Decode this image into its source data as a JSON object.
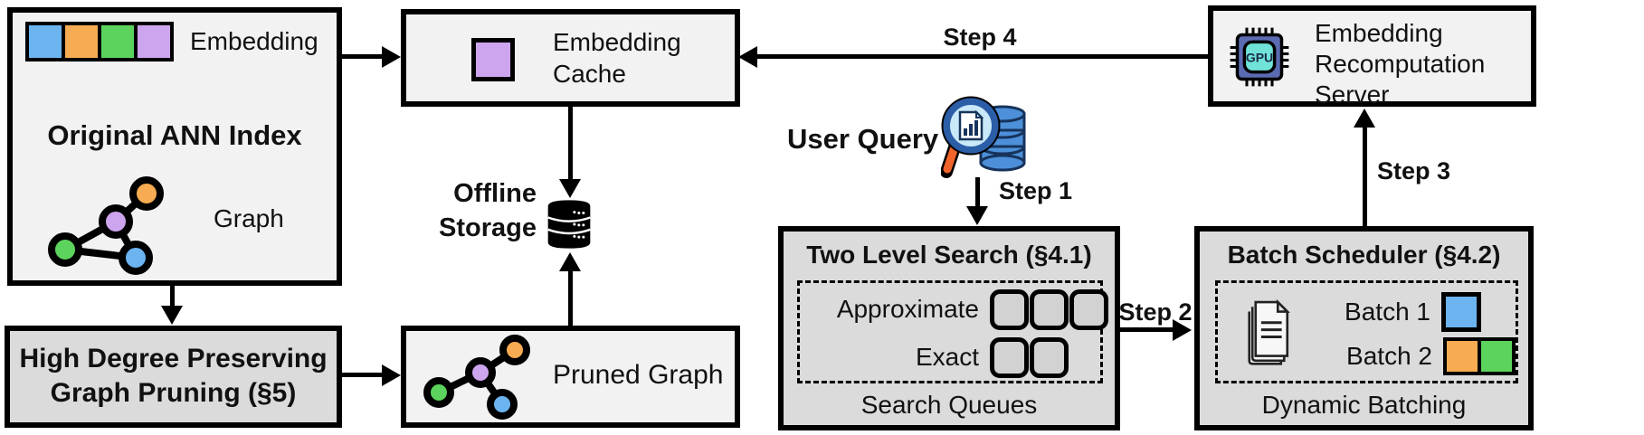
{
  "figure": {
    "original_ann_index": {
      "title": "Original ANN Index",
      "embedding_label": "Embedding",
      "graph_label": "Graph",
      "embedding_cell_colors": [
        "blue",
        "orange",
        "green",
        "purple"
      ]
    },
    "embedding_cache": {
      "label": "Embedding Cache"
    },
    "offline_storage": {
      "line1": "Offline",
      "line2": "Storage"
    },
    "high_degree_pruning": {
      "line1": "High Degree Preserving",
      "line2": "Graph Pruning (§5)"
    },
    "pruned_graph": {
      "label": "Pruned Graph"
    },
    "user_query": {
      "label": "User Query"
    },
    "two_level_search": {
      "title": "Two Level Search (§4.1)",
      "row1_label": "Approximate",
      "row1_queue_count": 3,
      "row2_label": "Exact",
      "row2_queue_count": 2,
      "footer": "Search Queues"
    },
    "batch_scheduler": {
      "title": "Batch Scheduler (§4.2)",
      "batch1_label": "Batch 1",
      "batch1_colors": [
        "blue"
      ],
      "batch2_label": "Batch 2",
      "batch2_colors": [
        "orange",
        "green"
      ],
      "footer": "Dynamic Batching"
    },
    "recompute_server": {
      "label": "Embedding Recomputation Server",
      "chip_label": "GPU"
    },
    "steps": {
      "step1": "Step 1",
      "step2": "Step 2",
      "step3": "Step 3",
      "step4": "Step 4"
    }
  },
  "colors": {
    "blue": "#6CB4F0",
    "orange": "#F7AB52",
    "green": "#5CD35C",
    "purple": "#CDA5EE",
    "box_light": "#F2F2F2",
    "box_gray": "#DBDBDB",
    "queue_fill": "#D2D2D2",
    "chip_body": "#5B6BB2",
    "chip_core": "#70E2D8",
    "query_db": "#4D90D9",
    "query_outline": "#16335C",
    "query_rim": "#2B5EA7",
    "query_lens": "#C9E9F8",
    "query_handle": "#F2652A"
  }
}
